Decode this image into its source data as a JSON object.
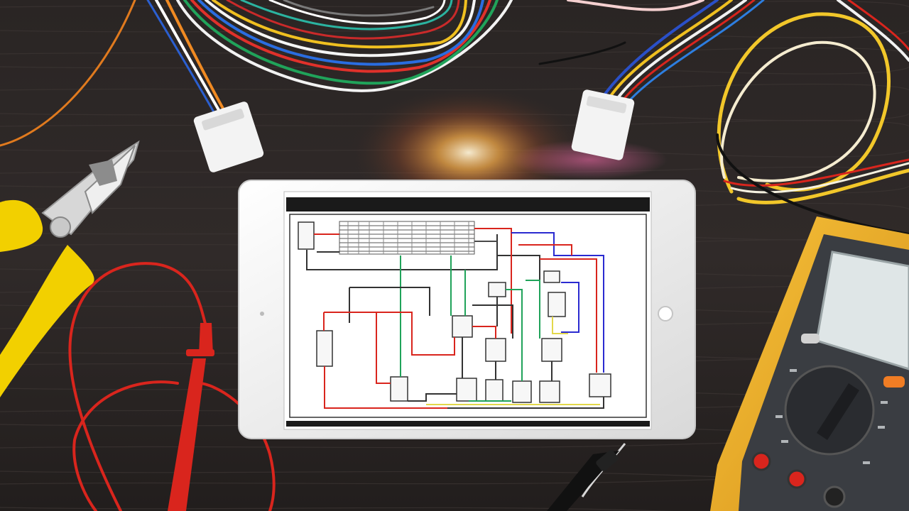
{
  "scene": {
    "objects": [
      {
        "name": "wooden-table-surface"
      },
      {
        "name": "wire-bundle-top-left"
      },
      {
        "name": "wire-bundle-top-right"
      },
      {
        "name": "yellow-wire-loop-right"
      },
      {
        "name": "white-connector-left"
      },
      {
        "name": "white-connector-right"
      },
      {
        "name": "wire-stripper-pliers"
      },
      {
        "name": "red-test-lead"
      },
      {
        "name": "black-test-lead"
      },
      {
        "name": "tablet"
      },
      {
        "name": "wiring-diagram"
      },
      {
        "name": "digital-multimeter"
      }
    ],
    "colors": {
      "wood": "#2b2625",
      "wood_dark": "#1e1a19",
      "wood_grain": "#3a3432",
      "tablet_body": "#f1f1f1",
      "screen": "#ffffff",
      "meter_yellow": "#f2b01e",
      "meter_face": "#3a3d42",
      "meter_display": "#dfe6e7",
      "plier_yellow": "#f2d000",
      "lead_red": "#d9251d",
      "glow": "#ffb14a"
    }
  }
}
